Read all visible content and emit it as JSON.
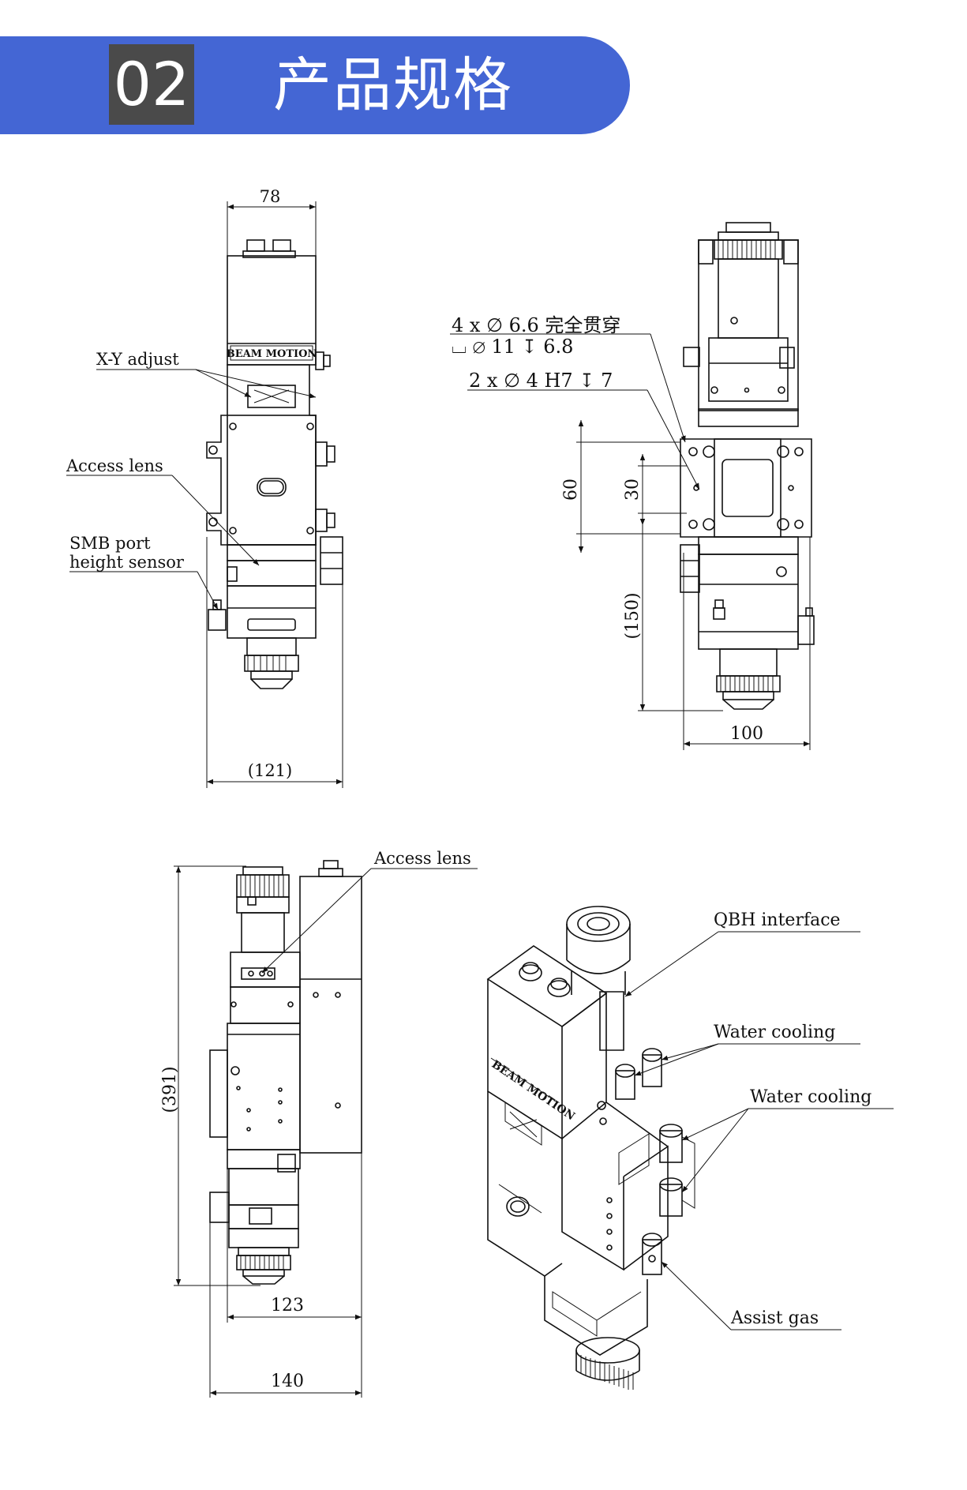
{
  "header": {
    "number": "02",
    "title": "产品规格",
    "banner_color": "#4466d4",
    "number_box_color": "#4a4a4a"
  },
  "views": {
    "front": {
      "dim_top": "78",
      "dim_bottom": "(121)",
      "label_xy": "X-Y adjust",
      "label_access": "Access lens",
      "label_smb_1": "SMB port",
      "label_smb_2": "height sensor",
      "brand": "BEAM MOTION"
    },
    "side": {
      "note_1": "4 x ∅ 6.6 完全贯穿",
      "note_2": "⌴ ∅ 11 ↧ 6.8",
      "note_3": "2 x ∅ 4 H7 ↧ 7",
      "dim_60": "60",
      "dim_30": "30",
      "dim_150": "(150)",
      "dim_100": "100"
    },
    "rear": {
      "label_access": "Access lens",
      "dim_height": "(391)",
      "dim_123": "123",
      "dim_140": "140"
    },
    "iso": {
      "label_qbh": "QBH interface",
      "label_water_1": "Water cooling",
      "label_water_2": "Water cooling",
      "label_gas": "Assist gas",
      "brand": "BEAM MOTION"
    }
  }
}
